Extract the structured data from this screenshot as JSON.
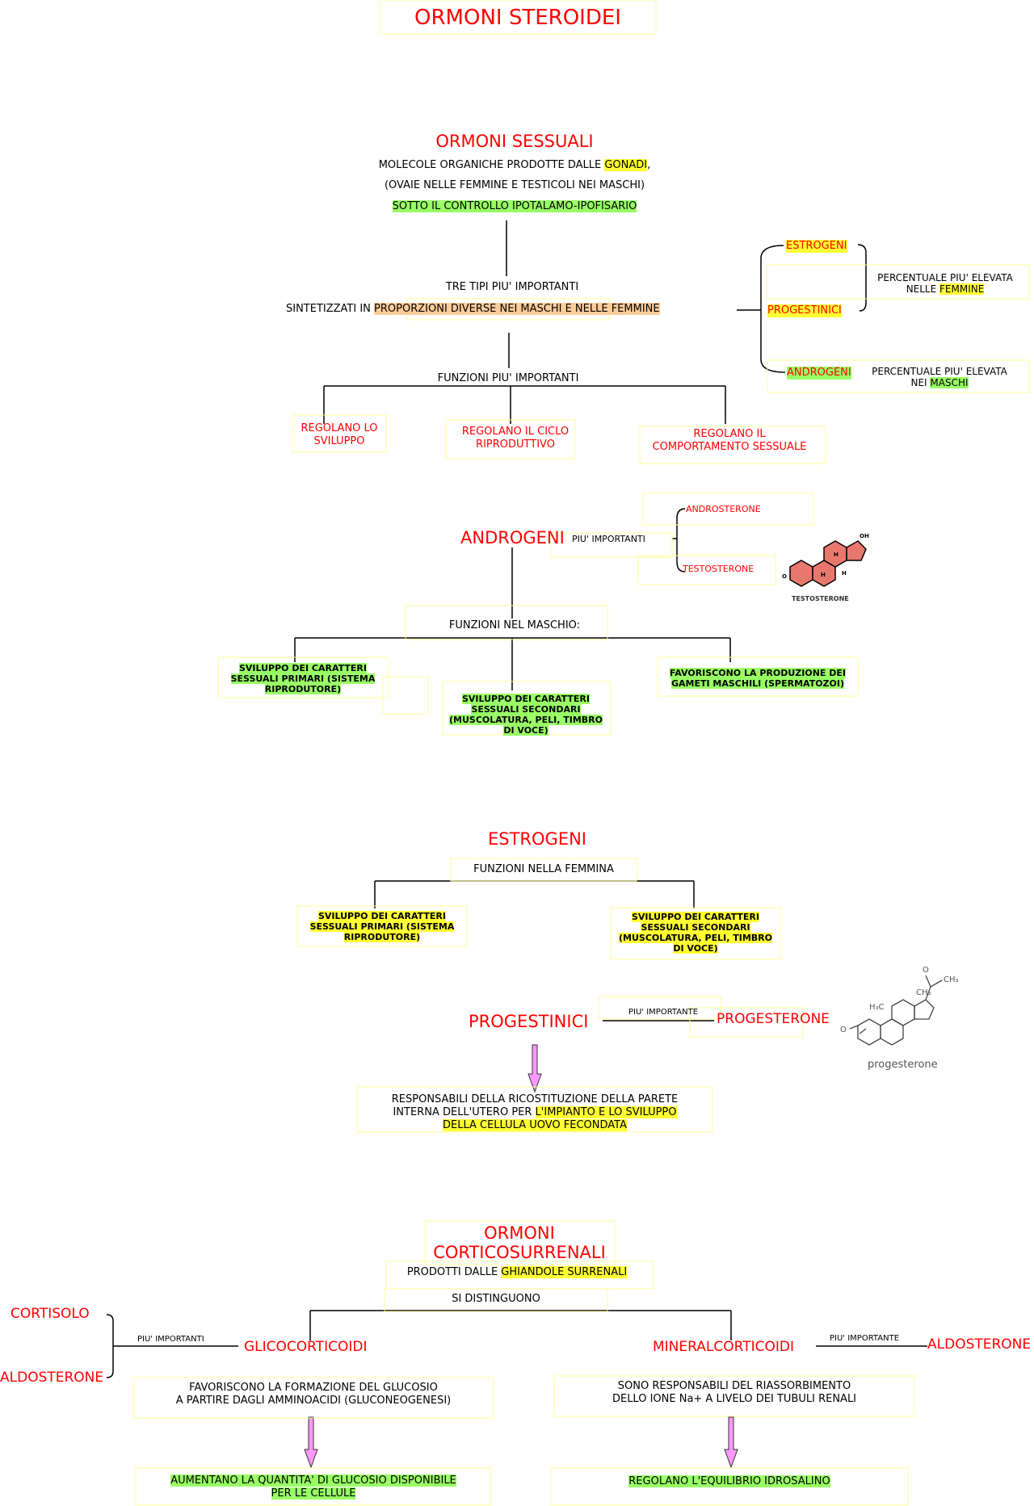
{
  "title": "ORMONI STEROIDEI",
  "sex": {
    "title": "ORMONI SESSUALI",
    "line1_pre": "MOLECOLE ORGANICHE PRODOTTE DALLE ",
    "line1_hl": "GONADI",
    "line1_post": ",",
    "line2": "(OVAIE NELLE FEMMINE E TESTICOLI NEI MASCHI)",
    "line3": "SOTTO IL CONTROLLO IPOTALAMO-IPOFISARIO",
    "three_types": "TRE TIPI PIU' IMPORTANTI",
    "synth_pre": "SINTETIZZATI IN ",
    "synth_hl": "PROPORZIONI DIVERSE NEI MASCHI E NELLE FEMMINE",
    "types": [
      "ESTROGENI",
      "PROGESTINICI",
      "ANDROGENI"
    ],
    "female_note_1": "PERCENTUALE PIU' ELEVATA",
    "female_note_2_pre": "NELLE ",
    "female_note_2_hl": "FEMMINE",
    "male_note_1": "PERCENTUALE PIU' ELEVATA",
    "male_note_2_pre": "NEI ",
    "male_note_2_hl": "MASCHI",
    "functions_title": "FUNZIONI PIU' IMPORTANTI",
    "functions": [
      [
        "REGOLANO LO",
        "SVILUPPO"
      ],
      [
        "REGOLANO IL CICLO",
        "RIPRODUTTIVO"
      ],
      [
        "REGOLANO IL",
        "COMPORTAMENTO SESSUALE"
      ]
    ]
  },
  "androgens": {
    "title": "ANDROGENI",
    "most_important": "PIU' IMPORTANTI",
    "items": [
      "ANDROSTERONE",
      "TESTOSTERONE"
    ],
    "molecule_caption": "TESTOSTERONE",
    "functions_title": "FUNZIONI NEL MASCHIO:",
    "functions": [
      [
        "SVILUPPO DEI CARATTERI",
        "SESSUALI PRIMARI (SISTEMA",
        "RIPRODUTORE)"
      ],
      [
        "SVILUPPO DEI CARATTERI",
        "SESSUALI SECONDARI",
        "(MUSCOLATURA, PELI, TIMBRO",
        "DI VOCE)"
      ],
      [
        "FAVORISCONO LA PRODUZIONE DEI",
        "GAMETI MASCHILI (SPERMATOZOI)"
      ]
    ]
  },
  "estrogens": {
    "title": "ESTROGENI",
    "functions_title": "FUNZIONI NELLA FEMMINA",
    "functions": [
      [
        "SVILUPPO DEI CARATTERI",
        "SESSUALI PRIMARI (SISTEMA",
        "RIPRODUTORE)"
      ],
      [
        "SVILUPPO DEI CARATTERI",
        "SESSUALI SECONDARI",
        "(MUSCOLATURA, PELI, TIMBRO",
        "DI VOCE)"
      ]
    ]
  },
  "progestins": {
    "title": "PROGESTINICI",
    "most_important": "PIU' IMPORTANTE",
    "item": "PROGESTERONE",
    "molecule_caption": "progesterone",
    "desc_1": "RESPONSABILI DELLA RICOSTITUZIONE DELLA PARETE",
    "desc_2_pre": "INTERNA DELL'UTERO PER ",
    "desc_2_hl": "L'IMPIANTO E LO SVILUPPO",
    "desc_3_hl": "DELLA CELLULA UOVO FECONDATA"
  },
  "cortico": {
    "title_1": "ORMONI",
    "title_2": "CORTICOSURRENALI",
    "produced_pre": "PRODOTTI DALLE ",
    "produced_hl": "GHIANDOLE SURRENALI",
    "distinguish": "SI DISTINGUONO",
    "gluco": {
      "title": "GLICOCORTICOIDI",
      "most_important": "PIU' IMPORTANTI",
      "items": [
        "CORTISOLO",
        "ALDOSTERONE"
      ],
      "desc_1": "FAVORISCONO LA FORMAZIONE DEL GLUCOSIO",
      "desc_2": "A PARTIRE DAGLI AMMINOACIDI (GLUCONEOGENESI)",
      "effect_1": "AUMENTANO LA QUANTITA' DI GLUCOSIO DISPONIBILE",
      "effect_2": "PER LE CELLULE"
    },
    "mineral": {
      "title": "MINERALCORTICOIDI",
      "most_important": "PIU' IMPORTANTE",
      "item": "ALDOSTERONE",
      "desc_1": "SONO RESPONSABILI DEL RIASSORBIMENTO",
      "desc_2": "DELLO IONE Na+ A LIVELO DEI TUBULI RENALI",
      "effect": "REGOLANO L'EQUILIBRIO IDROSALINO"
    }
  },
  "colors": {
    "title_red": "#ff0000",
    "highlight_yellow": "#ffff33",
    "highlight_green": "#99ff66",
    "highlight_orange": "#ffcc99",
    "arrow_fill": "#ff99ff",
    "box_border": "#ffff99"
  }
}
